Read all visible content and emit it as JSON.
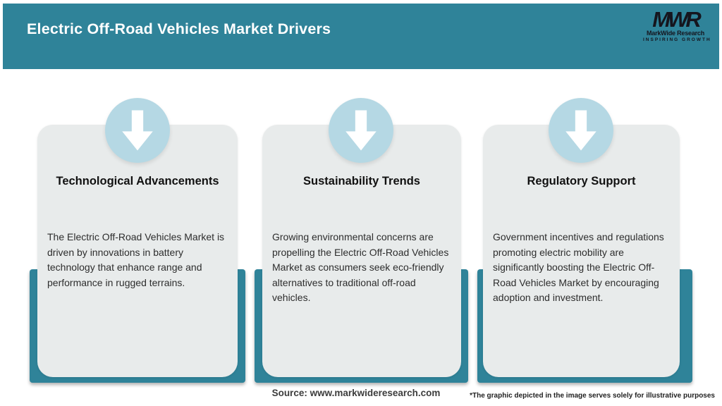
{
  "header": {
    "title": "Electric Off-Road Vehicles Market Drivers",
    "logo": {
      "mark": "MWR",
      "name": "MarkWide Research",
      "tagline": "INSPIRING GROWTH"
    }
  },
  "cards": [
    {
      "icon": "down-arrow-icon",
      "title": "Technological Advancements",
      "body": "The Electric Off-Road Vehicles Market is driven by innovations in battery technology that enhance range and performance in rugged terrains."
    },
    {
      "icon": "down-arrow-icon",
      "title": "Sustainability Trends",
      "body": "Growing environmental concerns are propelling the Electric Off-Road Vehicles Market as consumers seek eco-friendly alternatives to traditional off-road vehicles."
    },
    {
      "icon": "down-arrow-icon",
      "title": "Regulatory Support",
      "body": "Government incentives and regulations promoting electric mobility are significantly boosting the Electric Off-Road Vehicles Market by encouraging adoption and investment."
    }
  ],
  "footer": {
    "source": "Source: www.markwideresearch.com",
    "disclaimer": "*The graphic depicted in the image serves solely for illustrative purposes"
  },
  "colors": {
    "teal": "#2F8399",
    "circle_blue": "#B5D8E4",
    "card_gray": "#E8EBEB",
    "title_text": "#111111",
    "header_text": "#ffffff"
  }
}
